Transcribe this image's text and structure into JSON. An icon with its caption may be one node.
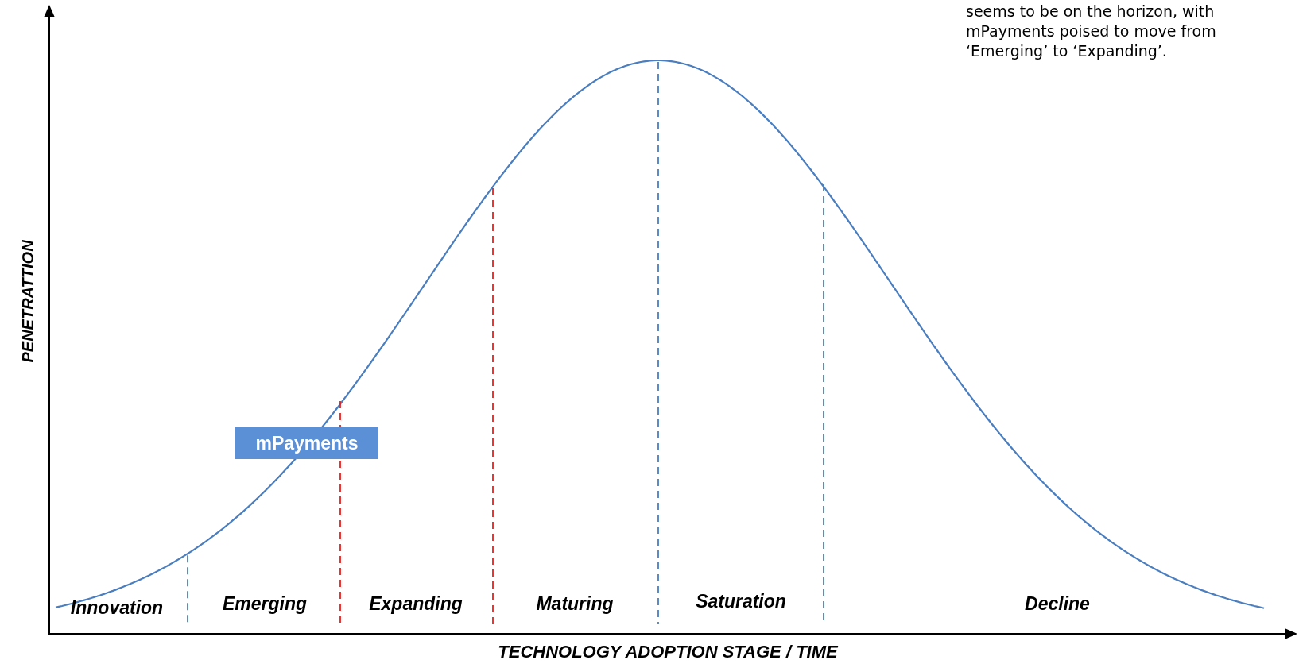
{
  "diagram": {
    "nodes": [
      {
        "text": [
          "mPayments"
        ]
      }
    ],
    "edges": [],
    "labels": [
      "seems to be on the horizon, with mPayments poised to move from ‘Emerging’ to ‘Expanding’.",
      "PENETRATTION",
      "Innovation",
      "Emerging",
      "Expanding",
      "Maturing",
      "Saturation",
      "Decline",
      "TECHNOLOGY ADOPTION STAGE / TIME"
    ]
  }
}
